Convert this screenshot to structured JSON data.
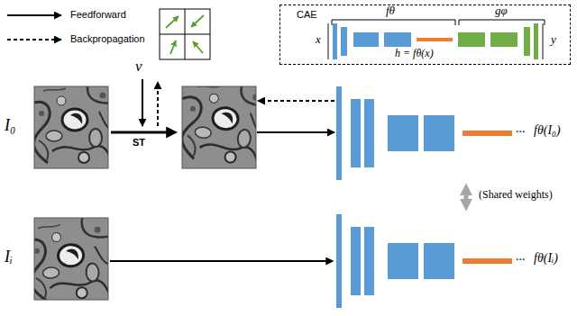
{
  "diagram": {
    "nodes": [
      {
        "text": [
          "CAE"
        ]
      },
      {
        "text": [
          "I₀"
        ]
      },
      {
        "text": [
          "Iᵢ"
        ]
      },
      {
        "text": [
          "fθ(I₀)"
        ]
      },
      {
        "text": [
          "fθ(Iᵢ)"
        ]
      }
    ],
    "edges": [
      {
        "from": 2,
        "to": 4,
        "arrow": "to"
      },
      {
        "from": 3,
        "to": 4,
        "arrow": "both",
        "label": "(Shared weights)"
      }
    ],
    "labels": [
      "v",
      "ST",
      "fθ",
      "gφ",
      "x",
      "y",
      "h = fθ(x)",
      "...",
      "..."
    ],
    "legend": [
      {
        "text": "Feedforward"
      },
      {
        "text": "Backpropagation"
      }
    ]
  }
}
